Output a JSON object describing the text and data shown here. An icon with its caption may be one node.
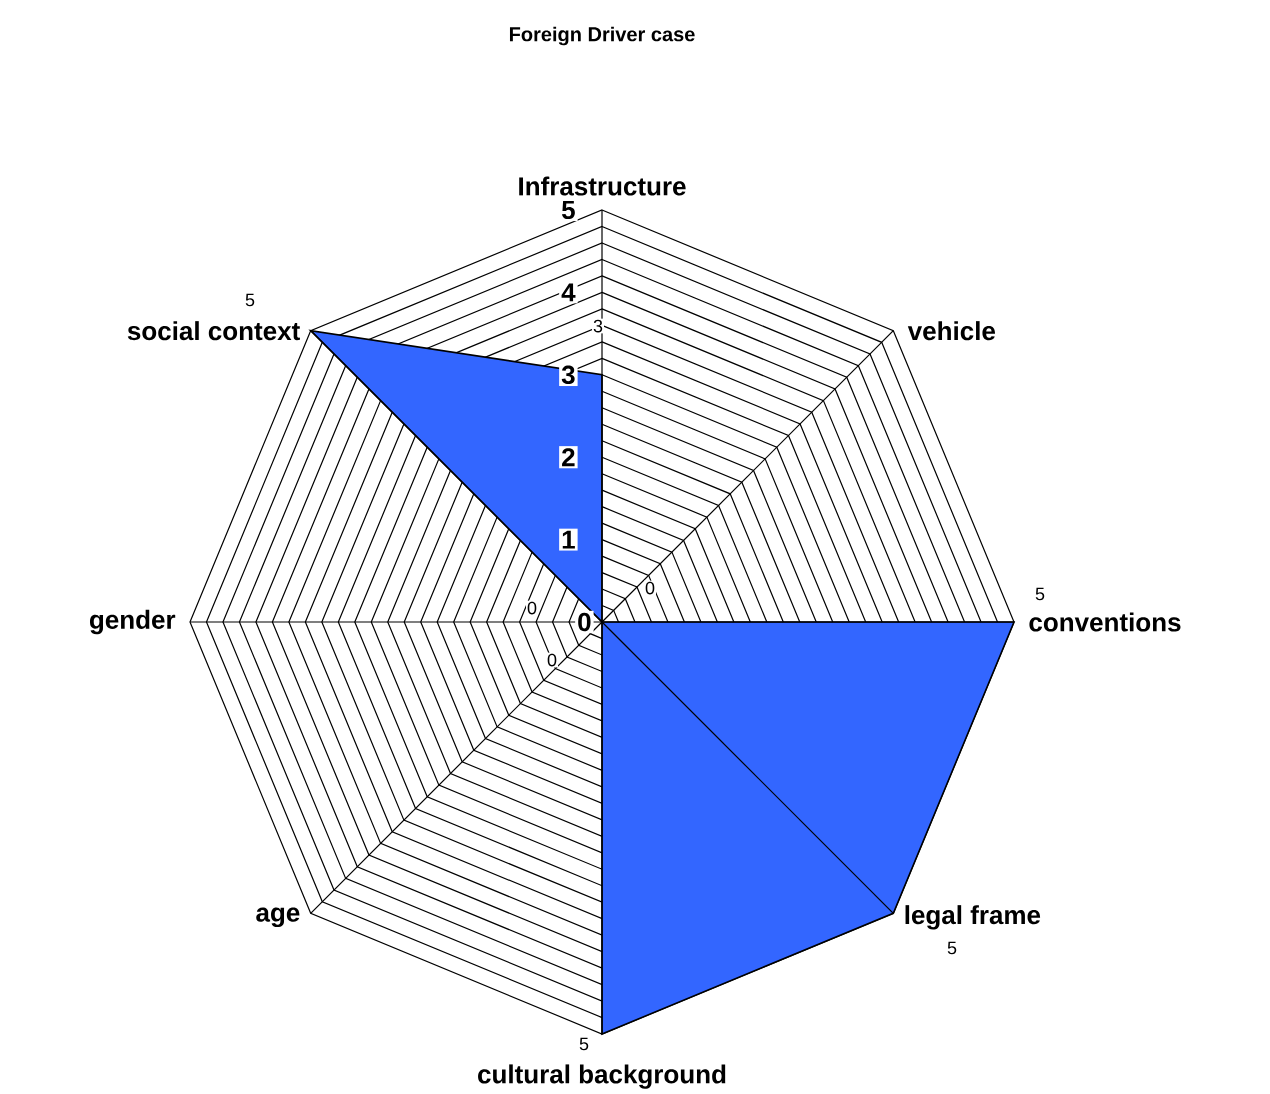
{
  "diagram": {
    "title": "Foreign Driver case",
    "chart_data": {
      "type": "radar",
      "categories": [
        "Infrastructure",
        "vehicle",
        "conventions",
        "legal frame",
        "cultural background",
        "age",
        "gender",
        "social context"
      ],
      "series": [
        {
          "color": "#3366ff",
          "values": [
            3,
            0,
            5,
            5,
            5,
            0,
            0,
            5
          ]
        }
      ],
      "ylim": [
        0,
        5
      ],
      "yticks": [
        0,
        1,
        2,
        3,
        4,
        5
      ],
      "value_labels": [
        "3",
        "0",
        "5",
        "5",
        "5",
        "0",
        "0",
        "5"
      ]
    }
  }
}
